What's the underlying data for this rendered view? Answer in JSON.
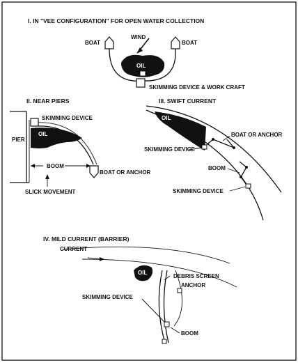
{
  "panel1": {
    "title": "I. IN \"VEE CONFIGURATION\" FOR OPEN WATER COLLECTION",
    "boat_left": "BOAT",
    "boat_right": "BOAT",
    "wind": "WIND",
    "oil": "OIL",
    "skimmer": "SKIMMING DEVICE & WORK CRAFT"
  },
  "panel2": {
    "title": "II. NEAR PIERS",
    "skimmer": "SKIMMING DEVICE",
    "oil": "OIL",
    "pier": "PIER",
    "boom": "BOOM",
    "boat_anchor": "BOAT OR ANCHOR",
    "slick": "SLICK MOVEMENT"
  },
  "panel3": {
    "title": "III. SWIFT CURRENT",
    "oil": "OIL",
    "boat_anchor": "BOAT OR ANCHOR",
    "skimmer_top": "SKIMMING DEVICE",
    "boom": "BOOM",
    "skimmer_bottom": "SKIMMING DEVICE"
  },
  "panel4": {
    "title": "IV. MILD CURRENT (BARRIER)",
    "current": "CURRENT",
    "oil": "OIL",
    "debris": "DEBRIS SCREEN",
    "anchor": "ANCHOR",
    "skimmer": "SKIMMING DEVICE",
    "boom": "BOOM"
  }
}
